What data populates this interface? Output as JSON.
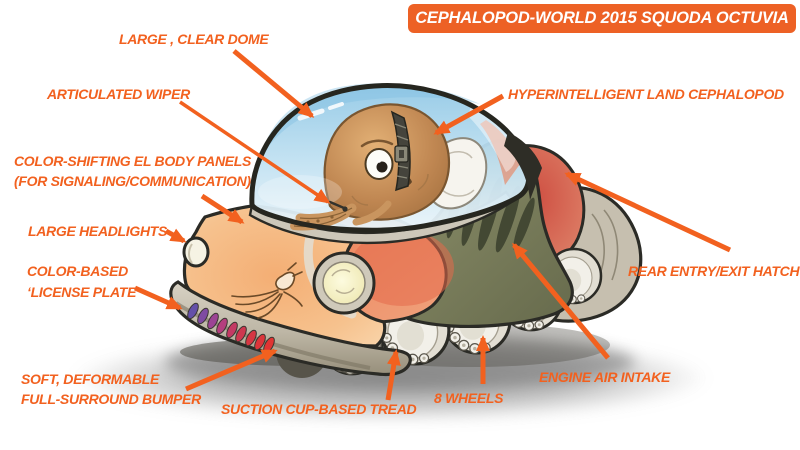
{
  "banner": {
    "title": "CEPHALOPOD-WORLD 2015 SQUODA OCTUVIA",
    "bg_color": "#ED6125",
    "text_color": "#FFFFFF"
  },
  "accent_color": "#F2611F",
  "annotations": {
    "dome": "LARGE , CLEAR DOME",
    "wiper": "ARTICULATED WIPER",
    "cephalopod": "HYPERINTELLIGENT LAND CEPHALOPOD",
    "panels_line1": "COLOR-SHIFTING EL BODY PANELS",
    "panels_line2": "(FOR SIGNALING/COMMUNICATION)",
    "headlights": "LARGE HEADLIGHTS",
    "license_line1": "COLOR-BASED",
    "license_line2": "‘LICENSE PLATE’",
    "hatch": "REAR ENTRY/EXIT HATCH",
    "bumper_line1": "SOFT, DEFORMABLE",
    "bumper_line2": "FULL-SURROUND BUMPER",
    "tread": "SUCTION CUP-BASED TREAD",
    "wheels": "8 WHEELS",
    "intake": "ENGINE AIR INTAKE"
  },
  "illustration": {
    "subject": "Squoda Octuvia concept vehicle: octopus driver under a clear dome, eight suction-cup wheels",
    "palette": {
      "hood_orange": "#F3AC74",
      "door_salmon": "#ED8A62",
      "hatch_red": "#D2574A",
      "engine_olive": "#7E815F",
      "bumper_gray": "#C8C1B3",
      "dome_blue": "#A9D6EC",
      "octopus_tan": "#CF9A63",
      "wheel_white": "#E6E3DA",
      "outline_dark": "#2B2B26"
    }
  }
}
